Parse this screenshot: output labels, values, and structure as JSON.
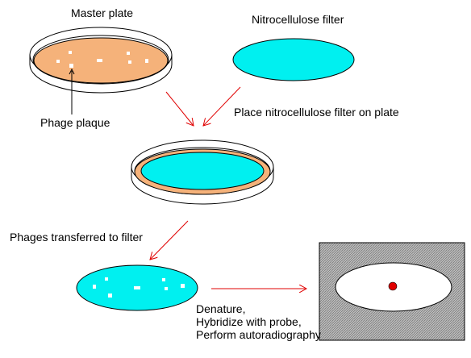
{
  "labels": {
    "master_plate": "Master plate",
    "nitrocellulose_filter": "Nitrocellulose filter",
    "phage_plaque": "Phage plaque",
    "place_filter": "Place nitrocellulose filter on plate",
    "phages_transferred": "Phages transferred to filter",
    "steps": [
      "Denature,",
      "Hybridize with probe,",
      "Perform autoradiography"
    ]
  },
  "colors": {
    "agar": "#F5B27A",
    "filter": "#00F0F0",
    "arrow": "#E00000",
    "dish_outline": "#000000",
    "plaque": "#FFFFFF",
    "autoradiograph_background": "#B0B0B0",
    "signal_spot": "#E00000"
  }
}
